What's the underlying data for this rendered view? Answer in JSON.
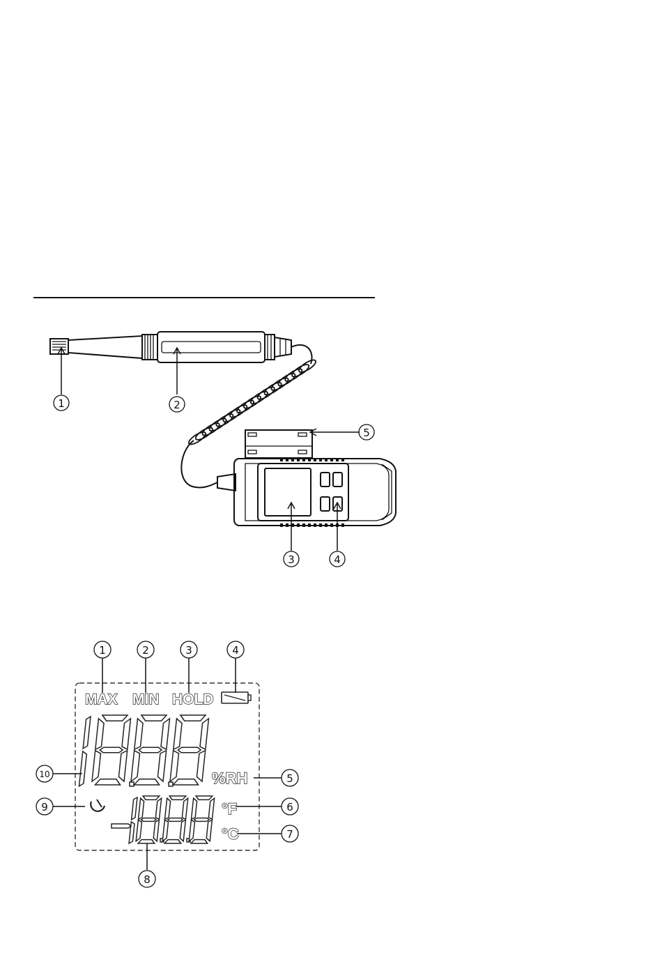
{
  "device_diagram": {
    "callouts": [
      {
        "id": 1,
        "glyph": "①"
      },
      {
        "id": 2,
        "glyph": "②"
      },
      {
        "id": 3,
        "glyph": "③"
      },
      {
        "id": 4,
        "glyph": "④"
      },
      {
        "id": 5,
        "glyph": "⑤"
      }
    ]
  },
  "lcd_diagram": {
    "callouts": [
      {
        "id": 1,
        "glyph": "①"
      },
      {
        "id": 2,
        "glyph": "②"
      },
      {
        "id": 3,
        "glyph": "③"
      },
      {
        "id": 4,
        "glyph": "④"
      },
      {
        "id": 5,
        "glyph": "⑤"
      },
      {
        "id": 6,
        "glyph": "⑥"
      },
      {
        "id": 7,
        "glyph": "⑦"
      },
      {
        "id": 8,
        "glyph": "⑧"
      },
      {
        "id": 9,
        "glyph": "⑨"
      },
      {
        "id": 10,
        "glyph": "⑩"
      }
    ],
    "labels": {
      "max": "MAX",
      "min": "MIN",
      "hold": "HOLD",
      "humidity_unit": "%RH",
      "fahrenheit": "°F",
      "celsius": "°C"
    },
    "icons": [
      "battery-icon",
      "auto-power-off-icon"
    ]
  }
}
